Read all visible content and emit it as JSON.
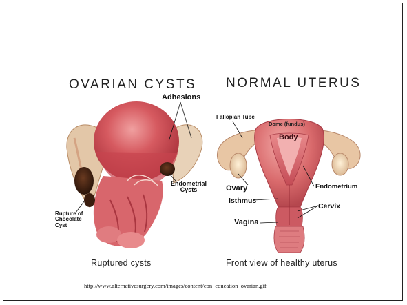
{
  "left_panel": {
    "title": "OVARIAN CYSTS",
    "caption": "Ruptured cysts",
    "labels": {
      "adhesions": "Adhesions",
      "endometrial_cysts": "Endometrial\nCysts",
      "rupture": "Rupture of\nChocolate\nCyst"
    }
  },
  "right_panel": {
    "title": "NORMAL UTERUS",
    "caption": "Front view of healthy uterus",
    "labels": {
      "fallopian_tube": "Fallopian Tube",
      "dome": "Dome (fundus)",
      "body": "Body",
      "ovary": "Ovary",
      "endometrium": "Endometrium",
      "isthmus": "Isthmus",
      "cervix": "Cervix",
      "vagina": "Vagina"
    }
  },
  "source_url": "http://www.alternativesurgery.com/images/content/con_education_ovarian.gif"
}
